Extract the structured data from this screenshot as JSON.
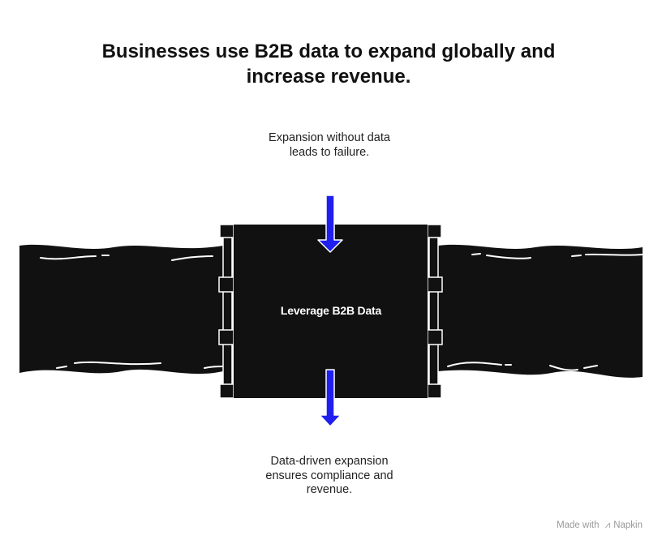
{
  "title": "Businesses use B2B data to expand globally and\nincrease revenue.",
  "top_caption": "Expansion without data\nleads to failure.",
  "center_label": "Leverage B2B Data",
  "bottom_caption": "Data-driven expansion\nensures compliance and\nrevenue.",
  "watermark": {
    "prefix": "Made with",
    "brand": "Napkin"
  },
  "colors": {
    "shape": "#111111",
    "arrow": "#1f1ff0",
    "stroke": "#ffffff"
  },
  "icons": [
    "arrow-down-icon",
    "napkin-logo-icon"
  ]
}
